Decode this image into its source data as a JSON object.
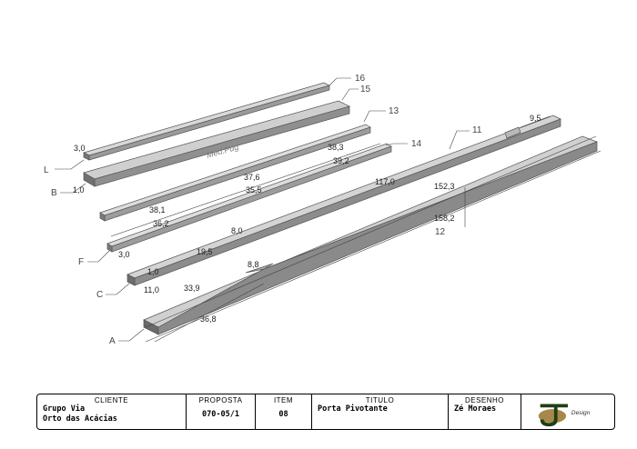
{
  "drawing": {
    "callouts": [
      "16",
      "15",
      "13",
      "14",
      "11",
      "12",
      "L",
      "B",
      "F",
      "C",
      "A"
    ],
    "dimensions": [
      "3,0",
      "1,0",
      "38,3",
      "37,6",
      "39,2",
      "38,1",
      "35,5",
      "36,2",
      "117,0",
      "9,5",
      "152,3",
      "158,2",
      "8,0",
      "19,5",
      "3,0",
      "1,0",
      "11,0",
      "33,9",
      "8,8",
      "36,8"
    ],
    "embossed_text": "Med.Pug"
  },
  "title_block": {
    "cliente_label": "CLIENTE",
    "cliente_line1": "Grupo Via",
    "cliente_line2": "Orto das Acácias",
    "proposta_label": "PROPOSTA",
    "proposta_value": "070-05/1",
    "item_label": "ITEM",
    "item_value": "08",
    "titulo_label": "TITULO",
    "titulo_value": "Porta Pivotante",
    "desenho_label": "DESENHO",
    "desenho_value": "Zé Moraes",
    "logo_text": "Design"
  }
}
